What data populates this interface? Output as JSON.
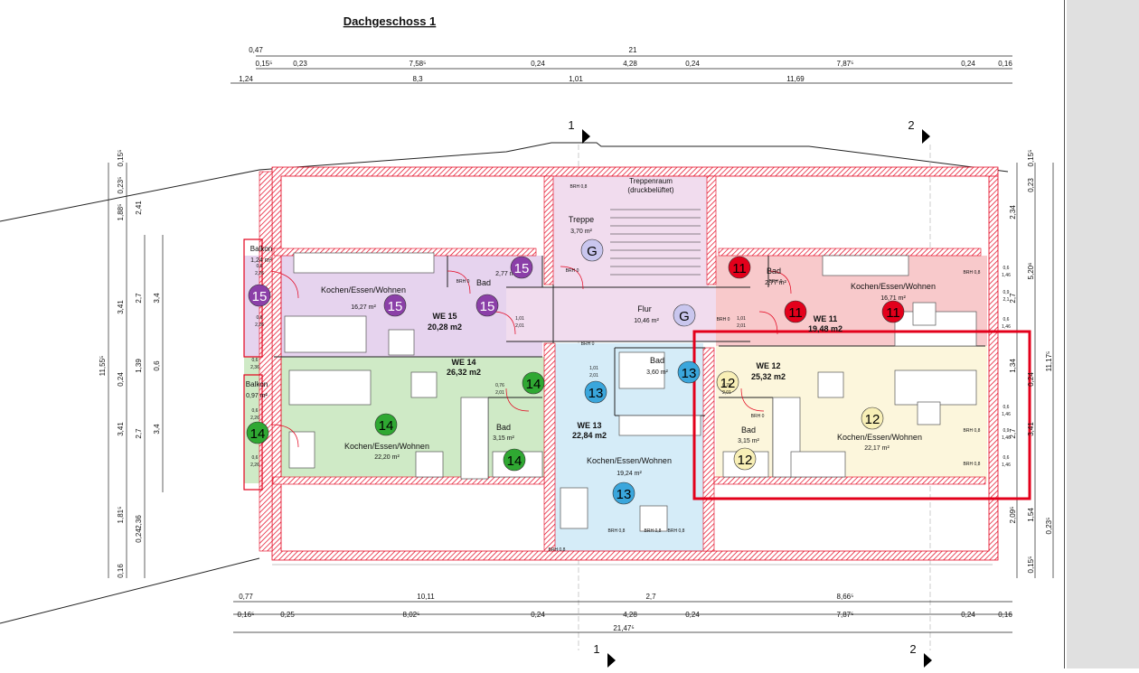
{
  "title": "Dachgeschoss 1",
  "dims_top": [
    {
      "t": "0,47"
    },
    {
      "t": "21"
    },
    {
      "t": "0,15⁵"
    },
    {
      "t": "0,23"
    },
    {
      "t": "7,58⁵"
    },
    {
      "t": "0,24"
    },
    {
      "t": "4,28"
    },
    {
      "t": "0,24"
    },
    {
      "t": "7,87⁵"
    },
    {
      "t": "0,24"
    },
    {
      "t": "0,16"
    },
    {
      "t": "1,24"
    },
    {
      "t": "8,3"
    },
    {
      "t": "1,01"
    },
    {
      "t": "11,69"
    }
  ],
  "dims_bottom": [
    {
      "t": "0,77"
    },
    {
      "t": "10,11"
    },
    {
      "t": "2,7"
    },
    {
      "t": "8,66⁵"
    },
    {
      "t": "0,16⁵"
    },
    {
      "t": "0,25"
    },
    {
      "t": "8,02⁵"
    },
    {
      "t": "0,24"
    },
    {
      "t": "4,28"
    },
    {
      "t": "0,24"
    },
    {
      "t": "7,87⁵"
    },
    {
      "t": "0,24"
    },
    {
      "t": "0,16"
    },
    {
      "t": "21,47⁵"
    }
  ],
  "dims_left": [
    {
      "t": "0,15⁵"
    },
    {
      "t": "0,23⁵"
    },
    {
      "t": "1,88⁵"
    },
    {
      "t": "2,41"
    },
    {
      "t": "3,41"
    },
    {
      "t": "2,7"
    },
    {
      "t": "3,4"
    },
    {
      "t": "11,55⁵"
    },
    {
      "t": "0,24"
    },
    {
      "t": "1,39"
    },
    {
      "t": "0,6"
    },
    {
      "t": "3,41"
    },
    {
      "t": "2,7"
    },
    {
      "t": "3,4"
    },
    {
      "t": "1,81⁵"
    },
    {
      "t": "0,24"
    },
    {
      "t": "2,36"
    },
    {
      "t": "0,16"
    }
  ],
  "dims_right": [
    {
      "t": "0,15⁵"
    },
    {
      "t": "0,23"
    },
    {
      "t": "2,34"
    },
    {
      "t": "5,20⁶"
    },
    {
      "t": "2,7"
    },
    {
      "t": "1,34"
    },
    {
      "t": "11,17⁵"
    },
    {
      "t": "0,24"
    },
    {
      "t": "3,41"
    },
    {
      "t": "2,7"
    },
    {
      "t": "1,54"
    },
    {
      "t": "2,09⁵"
    },
    {
      "t": "0,23⁵"
    },
    {
      "t": "0,15⁵"
    }
  ],
  "section_markers": [
    {
      "t": "1"
    },
    {
      "t": "2"
    },
    {
      "t": "1"
    },
    {
      "t": "2"
    }
  ],
  "rooms": [
    {
      "t": "Treppenraum"
    },
    {
      "t": "(druckbelüftet)"
    },
    {
      "t": "Treppe"
    },
    {
      "t": "3,70 m²"
    },
    {
      "t": "Flur"
    },
    {
      "t": "10,46 m²"
    },
    {
      "t": "Balkon"
    },
    {
      "t": "1,24 m²"
    },
    {
      "t": "Kochen/Essen/Wohnen"
    },
    {
      "t": "16,27 m²"
    },
    {
      "t": "Bad"
    },
    {
      "t": "2,77 m²"
    },
    {
      "t": "WE 15"
    },
    {
      "t": "20,28 m2"
    },
    {
      "t": "WE 14"
    },
    {
      "t": "26,32 m2"
    },
    {
      "t": "Balkon"
    },
    {
      "t": "0,97 m²"
    },
    {
      "t": "Kochen/Essen/Wohnen"
    },
    {
      "t": "22,20 m²"
    },
    {
      "t": "Bad"
    },
    {
      "t": "3,15 m²"
    },
    {
      "t": "Bad"
    },
    {
      "t": "3,60 m²"
    },
    {
      "t": "WE 13"
    },
    {
      "t": "22,84 m2"
    },
    {
      "t": "Kochen/Essen/Wohnen"
    },
    {
      "t": "19,24 m²"
    },
    {
      "t": "Bad"
    },
    {
      "t": "2,77 m²"
    },
    {
      "t": "Kochen/Essen/Wohnen"
    },
    {
      "t": "16,71 m²"
    },
    {
      "t": "WE 11"
    },
    {
      "t": "19,48 m2"
    },
    {
      "t": "WE 12"
    },
    {
      "t": "25,32 m2"
    },
    {
      "t": "Bad"
    },
    {
      "t": "3,15 m²"
    },
    {
      "t": "Kochen/Essen/Wohnen"
    },
    {
      "t": "22,17 m²"
    }
  ],
  "badges": [
    {
      "t": "15",
      "c": "#8b3fa8",
      "fg": "#ffffff"
    },
    {
      "t": "15",
      "c": "#8b3fa8",
      "fg": "#ffffff"
    },
    {
      "t": "15",
      "c": "#8b3fa8",
      "fg": "#ffffff"
    },
    {
      "t": "15",
      "c": "#8b3fa8",
      "fg": "#ffffff"
    },
    {
      "t": "14",
      "c": "#2fa832",
      "fg": "#000000"
    },
    {
      "t": "14",
      "c": "#2fa832",
      "fg": "#000000"
    },
    {
      "t": "14",
      "c": "#2fa832",
      "fg": "#000000"
    },
    {
      "t": "14",
      "c": "#2fa832",
      "fg": "#000000"
    },
    {
      "t": "13",
      "c": "#3aa6dc",
      "fg": "#000000"
    },
    {
      "t": "13",
      "c": "#3aa6dc",
      "fg": "#000000"
    },
    {
      "t": "13",
      "c": "#3aa6dc",
      "fg": "#000000"
    },
    {
      "t": "11",
      "c": "#e3001b",
      "fg": "#000000"
    },
    {
      "t": "11",
      "c": "#e3001b",
      "fg": "#000000"
    },
    {
      "t": "11",
      "c": "#e3001b",
      "fg": "#000000"
    },
    {
      "t": "12",
      "c": "#f8efb6",
      "fg": "#000000"
    },
    {
      "t": "12",
      "c": "#f8efb6",
      "fg": "#000000"
    },
    {
      "t": "12",
      "c": "#f8efb6",
      "fg": "#000000"
    },
    {
      "t": "G",
      "c": "#c9c6ee",
      "fg": "#000000"
    },
    {
      "t": "G",
      "c": "#c9c6ee",
      "fg": "#000000"
    }
  ],
  "small_labels": [
    {
      "t": "BRH 0,8"
    },
    {
      "t": "BRH 0"
    },
    {
      "t": "BRH 0"
    },
    {
      "t": "BRH 0"
    },
    {
      "t": "BRH 0"
    },
    {
      "t": "BRH 0"
    },
    {
      "t": "BRH 0"
    },
    {
      "t": "BRH 0,8"
    },
    {
      "t": "BRH 0,8"
    },
    {
      "t": "BRH 0,8"
    },
    {
      "t": "BRH 0,8"
    },
    {
      "t": "BRH 0,8"
    },
    {
      "t": "BRH 0,8"
    },
    {
      "t": "BRH 0,8"
    },
    {
      "t": "0,6"
    },
    {
      "t": "2,26"
    },
    {
      "t": "0,6"
    },
    {
      "t": "2,26"
    },
    {
      "t": "0,6"
    },
    {
      "t": "2,26"
    },
    {
      "t": "0,6"
    },
    {
      "t": "2,26"
    },
    {
      "t": "1,01"
    },
    {
      "t": "2,01"
    },
    {
      "t": "1,01"
    },
    {
      "t": "2,01"
    },
    {
      "t": "1,01"
    },
    {
      "t": "2,01"
    },
    {
      "t": "0,76"
    },
    {
      "t": "2,01"
    },
    {
      "t": "0,76"
    },
    {
      "t": "2,01"
    },
    {
      "t": "0,6"
    },
    {
      "t": "1,46"
    },
    {
      "t": "0,9"
    },
    {
      "t": "2,1"
    },
    {
      "t": "0,6"
    },
    {
      "t": "1,46"
    },
    {
      "t": "0,6"
    },
    {
      "t": "1,46"
    },
    {
      "t": "0,9"
    },
    {
      "t": "1,46"
    },
    {
      "t": "0,6"
    },
    {
      "t": "1,46"
    },
    {
      "t": "0,6"
    },
    {
      "t": "2,36"
    }
  ],
  "colors": {
    "we15": "#e6d3ee",
    "we14": "#cfeac6",
    "we13": "#d5ecf8",
    "we11": "#f8c9cb",
    "we12": "#fcf6dc",
    "core": "#f1dcee",
    "wall": "#e3001b",
    "highlight": "#e3001b"
  }
}
